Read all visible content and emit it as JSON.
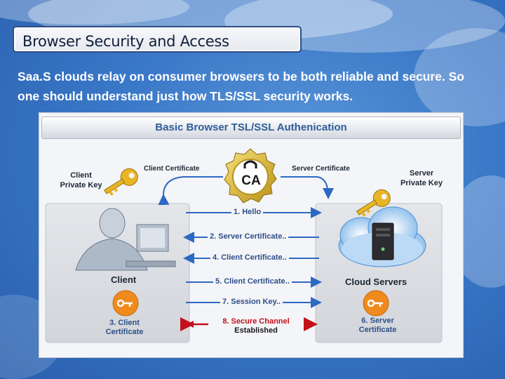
{
  "slide": {
    "title": "Browser Security and Access",
    "body": "Saa.S clouds relay on consumer browsers to be both reliable and secure. So one should understand just how TLS/SSL security works."
  },
  "diagram": {
    "title": "Basic Browser TSL/SSL Authenication",
    "client_key_label_line1": "Client",
    "client_key_label_line2": "Private Key",
    "client_cert_label": "Client Certificate",
    "server_cert_label": "Server Certificate",
    "server_key_label_line1": "Server",
    "server_key_label_line2": "Private Key",
    "ca_label": "CA",
    "client_label": "Client",
    "cloud_label": "Cloud Servers",
    "client_cert_step_line1": "3. Client",
    "client_cert_step_line2": "Certificate",
    "server_cert_step_line1": "6. Server",
    "server_cert_step_line2": "Certificate",
    "steps": [
      {
        "label": "1. Hello",
        "direction": "right",
        "color": "#2d69c3"
      },
      {
        "label": "2. Server Certificate..",
        "direction": "left",
        "color": "#2d69c3"
      },
      {
        "label": "4. Client Certificate..",
        "direction": "left",
        "color": "#2d69c3"
      },
      {
        "label": "5. Client Certificate..",
        "direction": "right",
        "color": "#2d69c3"
      },
      {
        "label": "7. Session Key..",
        "direction": "right",
        "color": "#2d69c3"
      }
    ],
    "final_step": {
      "line1": "8. Secure Channel",
      "line2": "Established",
      "color": "#c3111b"
    }
  }
}
